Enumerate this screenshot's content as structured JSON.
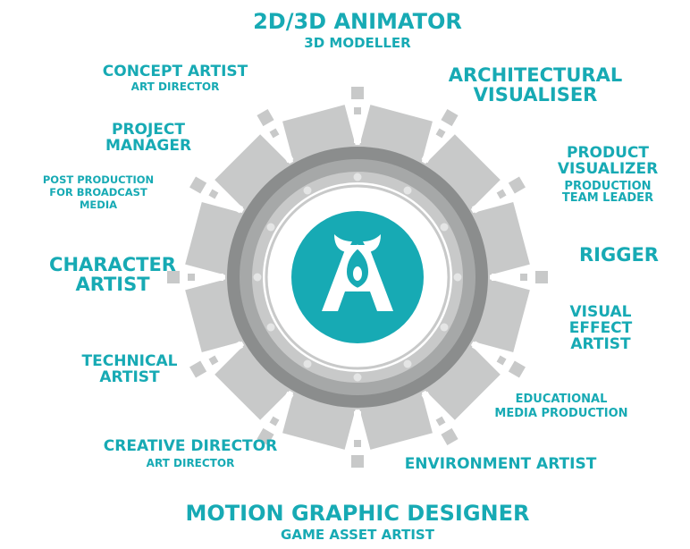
{
  "colors": {
    "accent": "#17aab4",
    "gear_light": "#c8c9c9",
    "gear_mid": "#a6a8a8",
    "gear_dark": "#8b8d8d",
    "white": "#ffffff"
  },
  "logo": {
    "icon": "letter-a-flame-logo-icon"
  },
  "labels": {
    "animator": {
      "main": "2D/3D ANIMATOR",
      "sub": "3D MODELLER"
    },
    "architectural": {
      "main": "ARCHITECTURAL",
      "main2": "VISUALISER"
    },
    "product": {
      "main": "PRODUCT",
      "main2": "VISUALIZER",
      "sub": "PRODUCTION",
      "sub2": "TEAM LEADER"
    },
    "rigger": {
      "main": "RIGGER"
    },
    "visual_effect": {
      "main": "VISUAL",
      "main2": "EFFECT",
      "main3": "ARTIST"
    },
    "educational": {
      "main": "EDUCATIONAL",
      "main2": "MEDIA PRODUCTION"
    },
    "environment": {
      "main": "ENVIRONMENT ARTIST"
    },
    "motion": {
      "main": "MOTION GRAPHIC DESIGNER",
      "sub": "GAME ASSET ARTIST"
    },
    "creative": {
      "main": "CREATIVE DIRECTOR",
      "sub": "ART DIRECTOR"
    },
    "technical": {
      "main": "TECHNICAL",
      "main2": "ARTIST"
    },
    "character": {
      "main": "CHARACTER",
      "main2": "ARTIST"
    },
    "post_production": {
      "main": "POST PRODUCTION",
      "main2": "FOR BROADCAST",
      "main3": "MEDIA"
    },
    "project": {
      "main": "PROJECT",
      "main2": "MANAGER"
    },
    "concept": {
      "main": "CONCEPT ARTIST",
      "sub": "ART DIRECTOR"
    }
  }
}
